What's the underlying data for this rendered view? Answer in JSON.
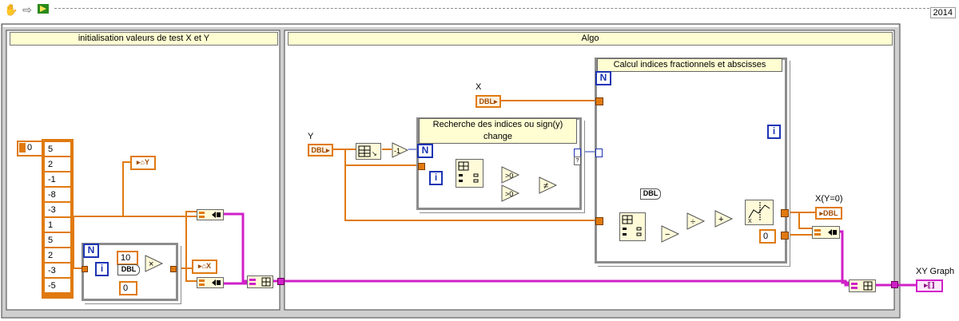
{
  "toolbar": {
    "hand_icon": "hand-icon",
    "arrow_icon": "arrow-icon",
    "run_icon": "run-icon",
    "version": "2014"
  },
  "frames": {
    "initialisation": "initialisation valeurs de test X et Y",
    "algo": "Algo"
  },
  "array": {
    "index": "0",
    "values": [
      "5",
      "2",
      "-1",
      "-8",
      "-3",
      "1",
      "5",
      "2",
      "-3",
      "-5"
    ]
  },
  "loop1": {
    "N": "N",
    "i": "i",
    "const10": "10",
    "const0": "0",
    "dbl": "DBL",
    "mult": "×"
  },
  "indicators": {
    "y": "Y",
    "x": "X",
    "xy0": "X(Y=0)",
    "xy_graph": "XY Graph"
  },
  "controls": {
    "y": "Y",
    "x": "X"
  },
  "case": {
    "title": "Recherche des indices ou sign(y) change"
  },
  "loop2": {
    "title": "Calcul indices fractionnels et abscisses",
    "N": "N",
    "i": "i",
    "const0": "0"
  },
  "inner": {
    "N": "N",
    "i": "i",
    "neg": "-1",
    "dbl": "DBL",
    "notequal": "≠"
  },
  "type_tags": {
    "dbl": "DBL"
  },
  "colors": {
    "double_wire": "#e07a10",
    "cluster_wire": "#d020c8",
    "loop_border": "#8c8c8c",
    "terminal": "#1b34b4"
  }
}
